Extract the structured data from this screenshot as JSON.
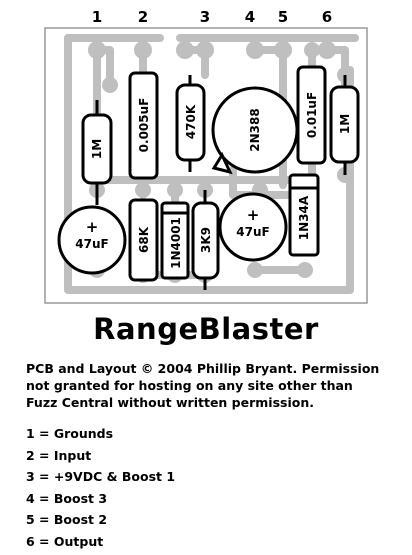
{
  "pin_numbers": [
    "1",
    "2",
    "3",
    "4",
    "5",
    "6"
  ],
  "components": {
    "r_1m_left": "1M",
    "c_0005uf": "0.005uF",
    "r_470k": "470K",
    "q_2n388": "2N388",
    "c_001uf": "0.01uF",
    "r_1m_right": "1M",
    "c_47uf_left": "47uF",
    "r_68k": "68K",
    "d_1n4001": "1N4001",
    "r_3k9": "3K9",
    "c_47uf_right": "47uF",
    "d_1n34a": "1N34A",
    "cap_plus_left": "+",
    "cap_plus_right": "+"
  },
  "title": "RangeBlaster",
  "description": [
    "PCB and Layout © 2004 Phillip Bryant.  Permission",
    "not granted for hosting on any site other than",
    "Fuzz Central without written permission."
  ],
  "legend": [
    "1 = Grounds",
    "2 = Input",
    "3 = +9VDC & Boost 1",
    "4 = Boost 3",
    "5 = Boost 2",
    "6 = Output"
  ],
  "colors": {
    "copper": "#bfbfbf",
    "outline": "#000000",
    "background": "#ffffff"
  }
}
